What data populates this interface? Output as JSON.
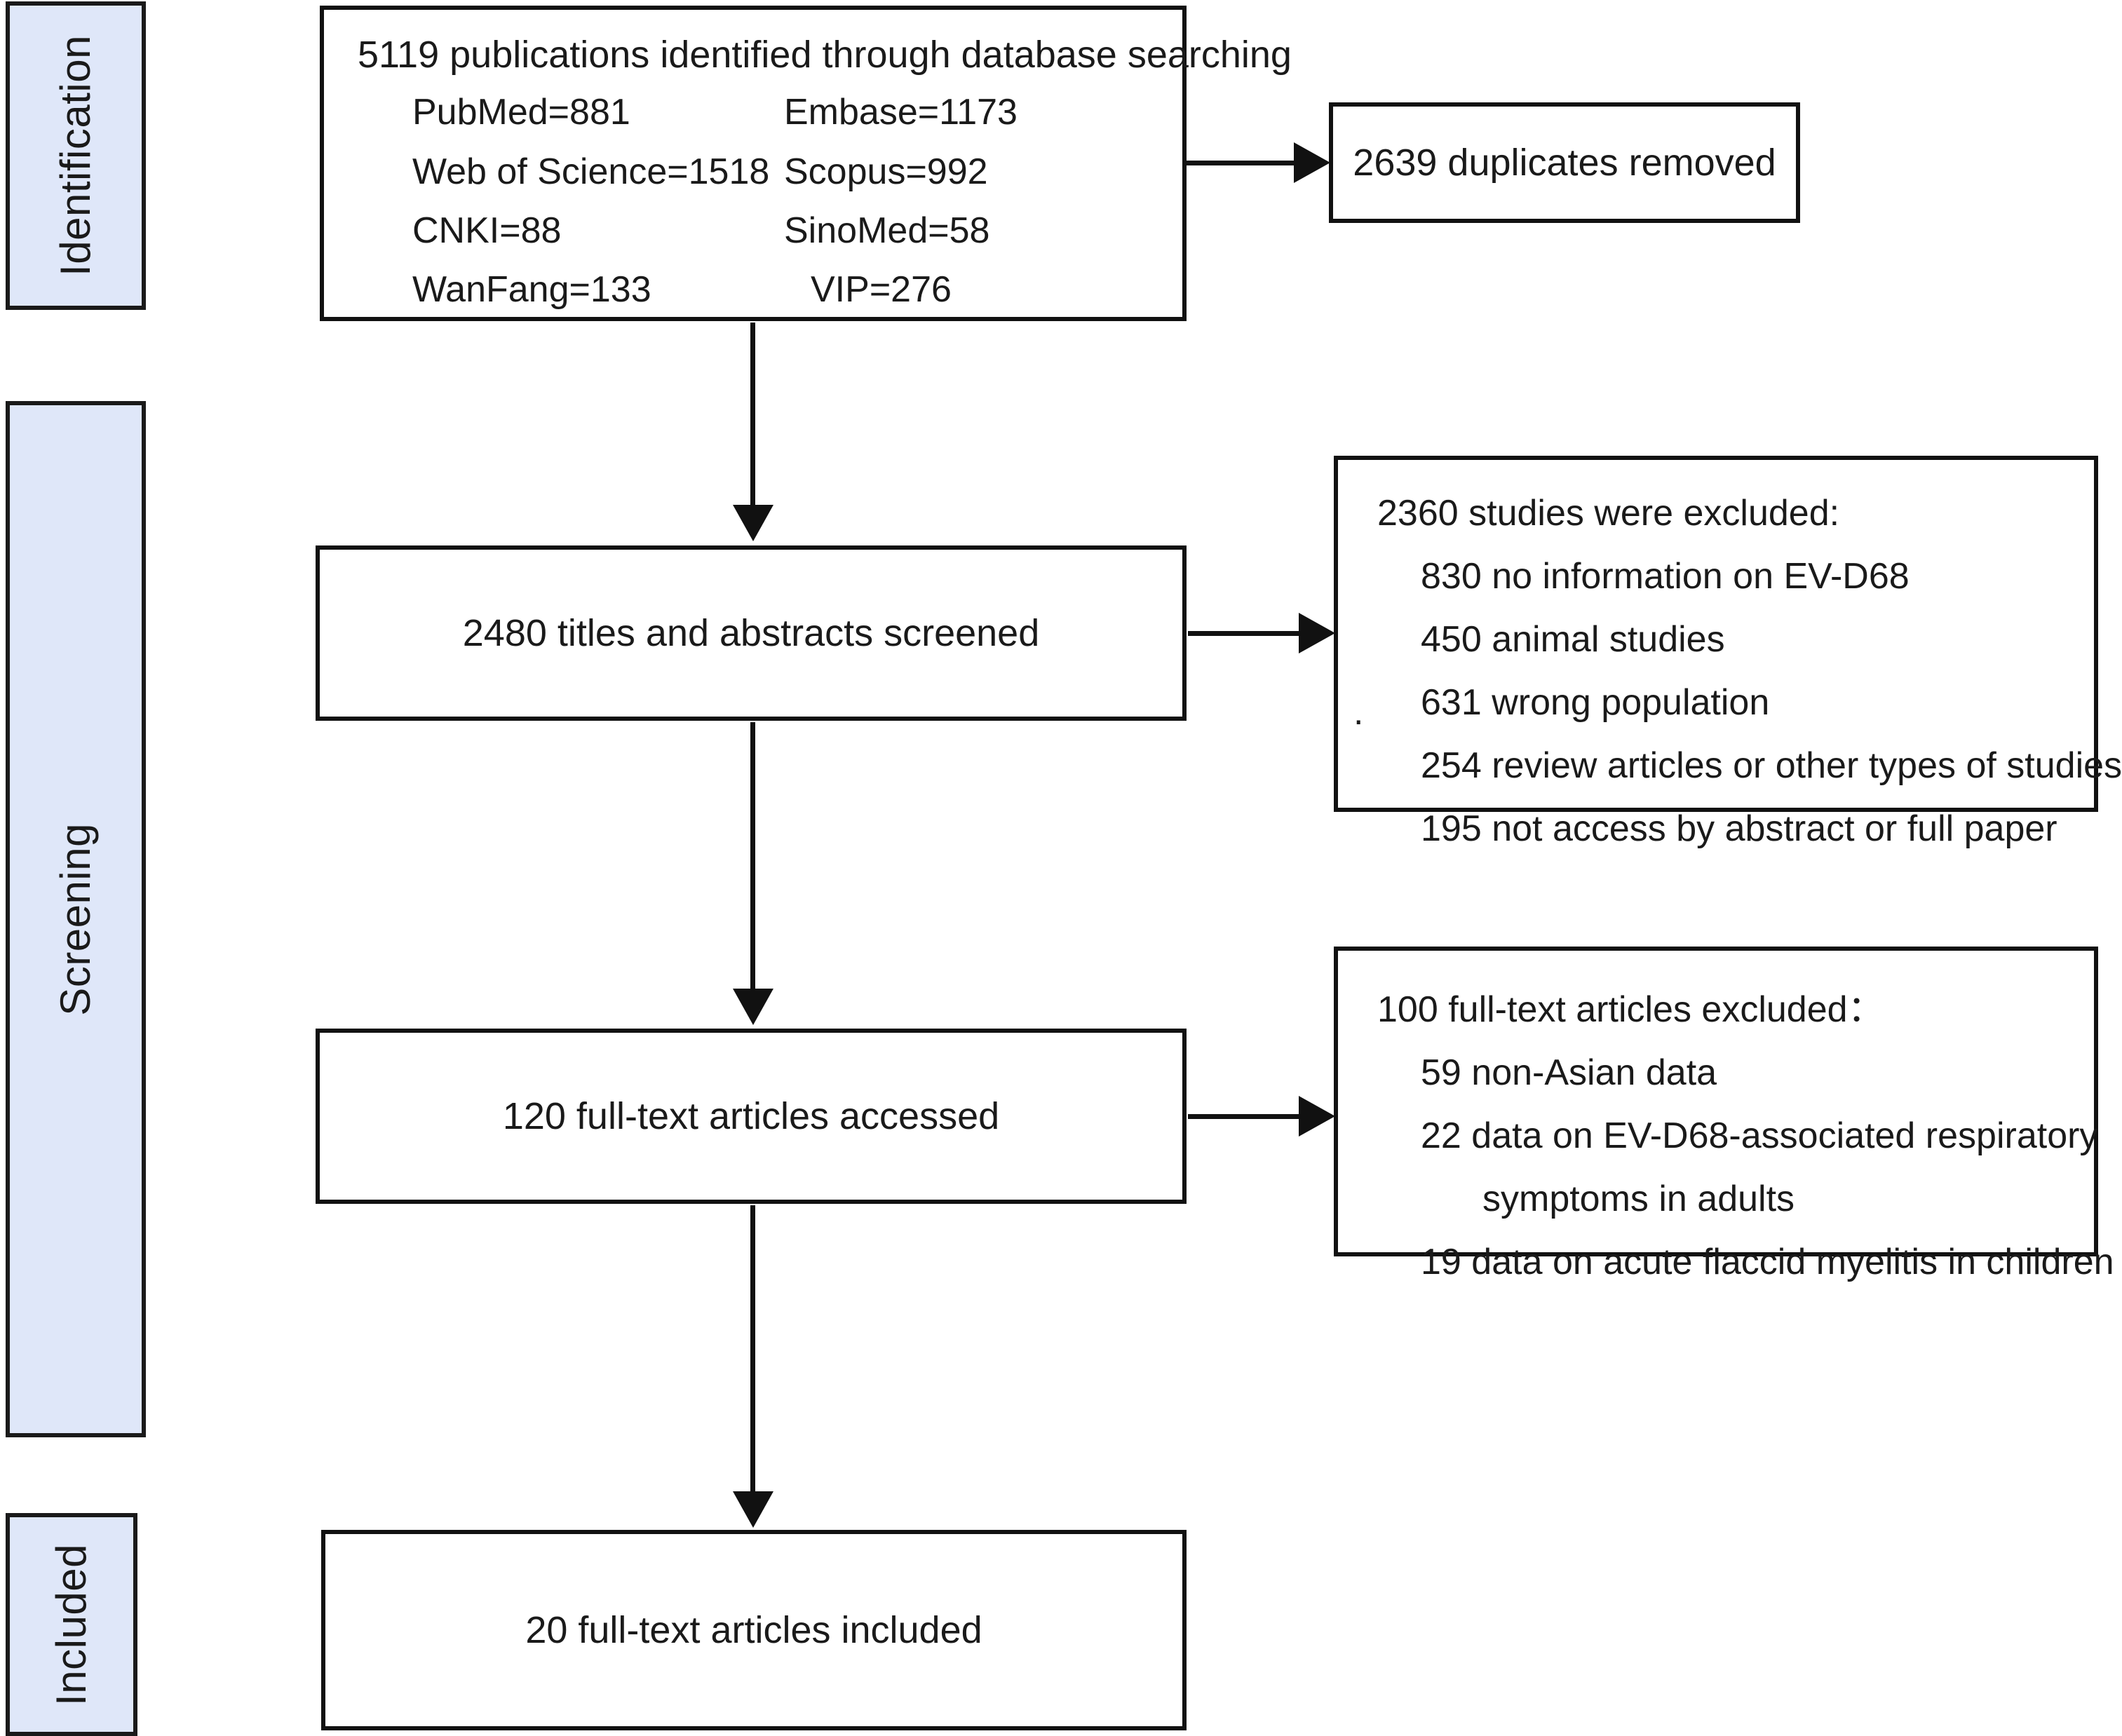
{
  "diagram": {
    "type": "prisma-flow-diagram",
    "stages": [
      {
        "id": "identification",
        "label": "Identification"
      },
      {
        "id": "screening",
        "label": "Screening"
      },
      {
        "id": "included",
        "label": "Included"
      }
    ],
    "identification": {
      "headline": "5119 publications identified through  database searching",
      "sources": [
        {
          "left": "PubMed=881",
          "right": "Embase=1173"
        },
        {
          "left": "Web of Science=1518",
          "right": "Scopus=992"
        },
        {
          "left": "CNKI=88",
          "right": "SinoMed=58"
        },
        {
          "left": "WanFang=133",
          "right": "VIP=276"
        }
      ],
      "duplicates_removed": "2639 duplicates removed"
    },
    "screening": {
      "titles_abstracts_screened": "2480 titles and abstracts screened",
      "excluded_title": "2360 studies were excluded:",
      "excluded_reasons": [
        "830  no information on EV-D68",
        "450  animal studies",
        "631 wrong population",
        "254 review articles or other types of studies",
        "195  not access by abstract or full paper"
      ],
      "stray_mark": ".",
      "fulltext_accessed": "120 full-text articles accessed",
      "fulltext_excluded_title": "100 full-text articles excluded：",
      "fulltext_excluded_reasons": [
        {
          "text": "59 non-Asian data",
          "continuation": false
        },
        {
          "text": "22 data on EV-D68-associated respiratory",
          "continuation": false
        },
        {
          "text": "symptoms in adults",
          "continuation": true
        },
        {
          "text": "19 data on acute flaccid myelitis in children",
          "continuation": false
        }
      ]
    },
    "included": {
      "fulltext_included": "20 full-text articles included"
    },
    "colors": {
      "stage_fill": "#dfe7f9",
      "stroke": "#111111",
      "text": "#1a1a1a",
      "background": "#ffffff"
    }
  }
}
